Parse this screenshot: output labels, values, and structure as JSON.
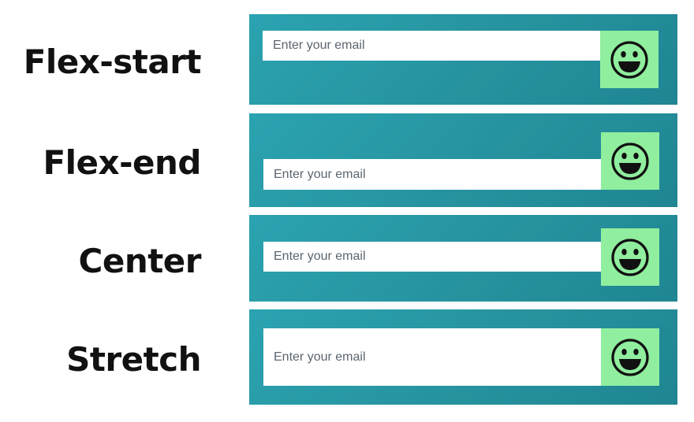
{
  "rows": [
    {
      "label": "Flex-start",
      "input": {
        "placeholder": "Enter your email"
      },
      "button_icon": "smiley-face-icon"
    },
    {
      "label": "Flex-end",
      "input": {
        "placeholder": "Enter your email"
      },
      "button_icon": "smiley-face-icon"
    },
    {
      "label": "Center",
      "input": {
        "placeholder": "Enter your email"
      },
      "button_icon": "smiley-face-icon"
    },
    {
      "label": "Stretch",
      "input": {
        "placeholder": "Enter your email"
      },
      "button_icon": "smiley-face-icon"
    }
  ],
  "colors": {
    "panel_start": "#2ba3b0",
    "panel_end": "#1f8592",
    "button": "#90ee9f",
    "input": "#ffffff",
    "label_text": "#111111"
  }
}
